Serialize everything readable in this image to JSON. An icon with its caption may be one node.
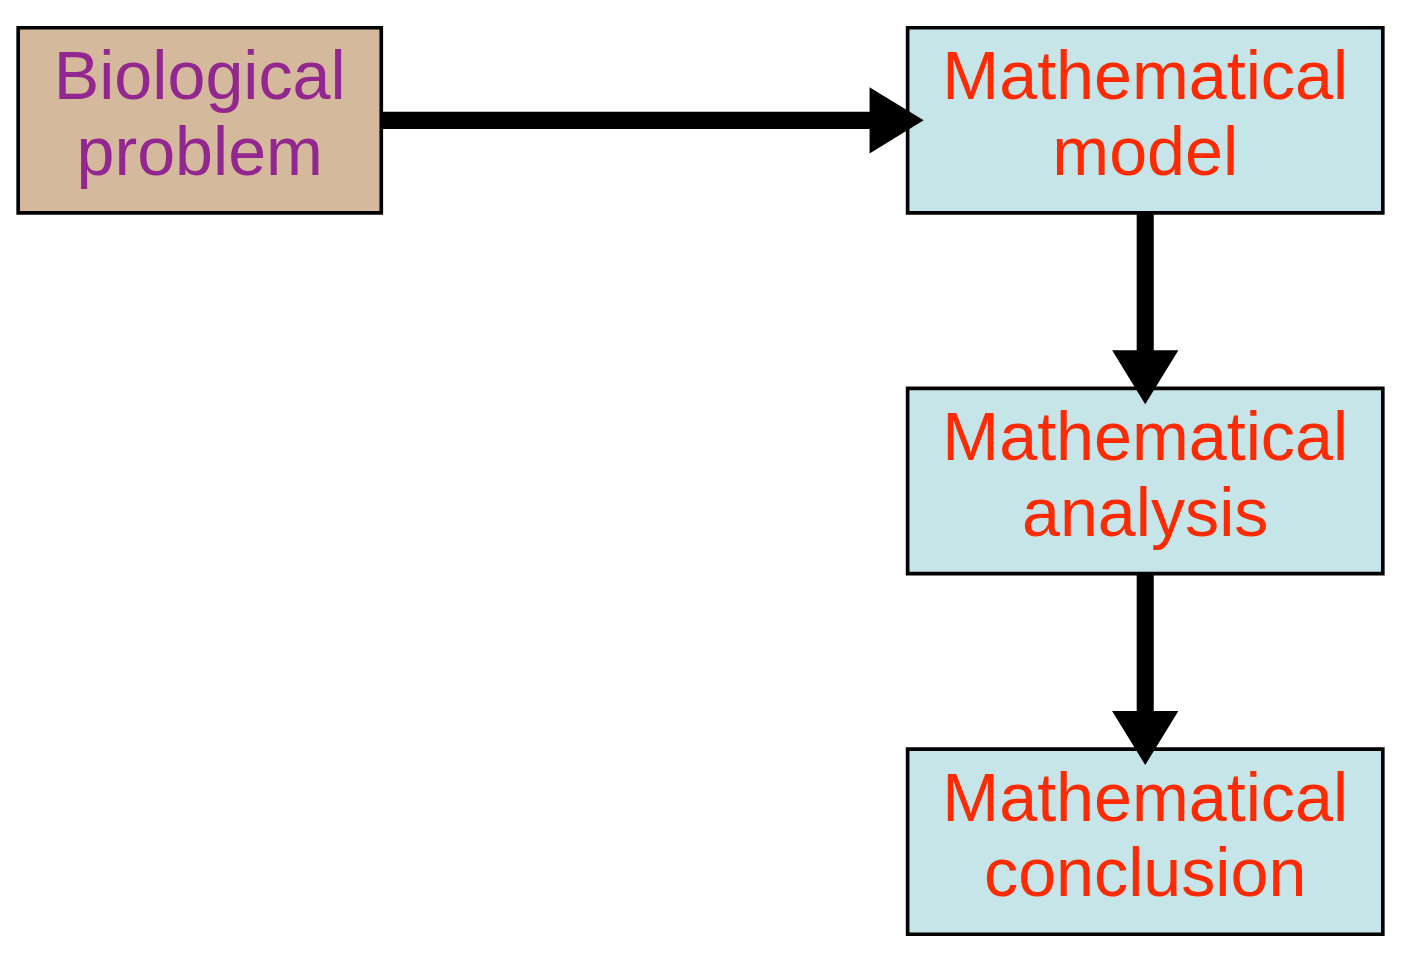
{
  "diagram": {
    "nodes": [
      {
        "text": [
          "Biological problem"
        ]
      },
      {
        "text": [
          "Mathematical model"
        ]
      },
      {
        "text": [
          "Mathematical analysis"
        ]
      },
      {
        "text": [
          "Mathematical conclusion"
        ]
      }
    ],
    "edges": [
      {
        "from": 0,
        "to": 1,
        "arrow": "to"
      },
      {
        "from": 1,
        "to": 2,
        "arrow": "to"
      },
      {
        "from": 2,
        "to": 3,
        "arrow": "to"
      }
    ]
  }
}
